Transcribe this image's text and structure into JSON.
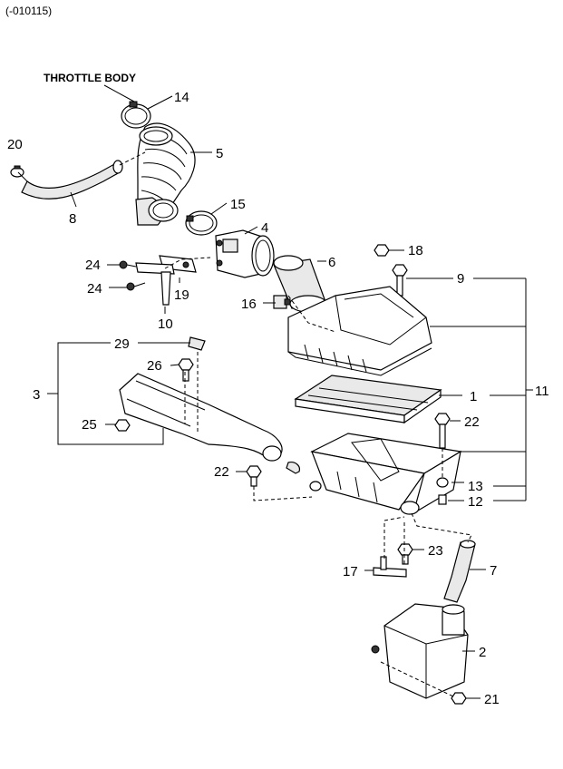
{
  "header": {
    "code": "(-010115)"
  },
  "annotation": {
    "throttle_body": "THROTTLE BODY"
  },
  "callouts": {
    "c1": "1",
    "c2": "2",
    "c3": "3",
    "c4": "4",
    "c5": "5",
    "c6": "6",
    "c7": "7",
    "c8": "8",
    "c9": "9",
    "c10": "10",
    "c11": "11",
    "c12": "12",
    "c13": "13",
    "c14": "14",
    "c15": "15",
    "c16": "16",
    "c17": "17",
    "c18": "18",
    "c19": "19",
    "c20": "20",
    "c21": "21",
    "c22a": "22",
    "c22b": "22",
    "c23": "23",
    "c24a": "24",
    "c24b": "24",
    "c25": "25",
    "c26": "26",
    "c29": "29"
  }
}
